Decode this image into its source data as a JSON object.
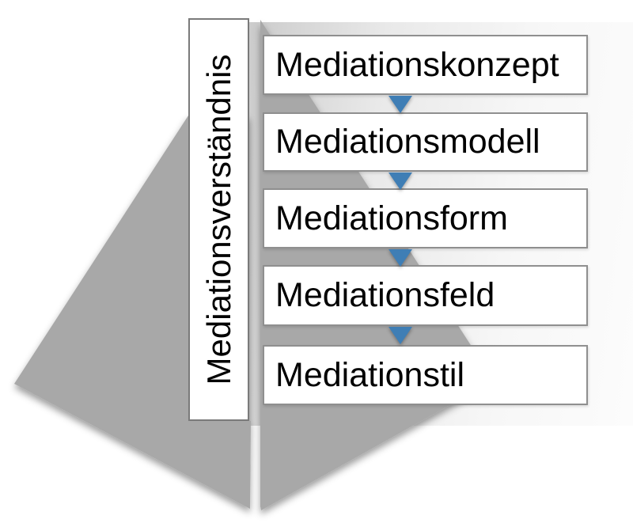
{
  "diagram": {
    "vertical_label": "Mediationsverständnis",
    "levels": [
      {
        "label": "Mediationskonzept"
      },
      {
        "label": "Mediationsmodell"
      },
      {
        "label": "Mediationsform"
      },
      {
        "label": "Mediationsfeld"
      },
      {
        "label": "Mediationstil"
      }
    ],
    "arrow_icon": "down-arrow",
    "colors": {
      "funnel_gray": "#a8a8a8",
      "arrow_blue": "#3f7eb5",
      "band_gradient_start": "#cbcbcb",
      "band_gradient_end": "#fcfcfc",
      "box_border": "#8f8f8f",
      "vertical_box_border": "#7a7a7a",
      "text": "#000000"
    }
  }
}
